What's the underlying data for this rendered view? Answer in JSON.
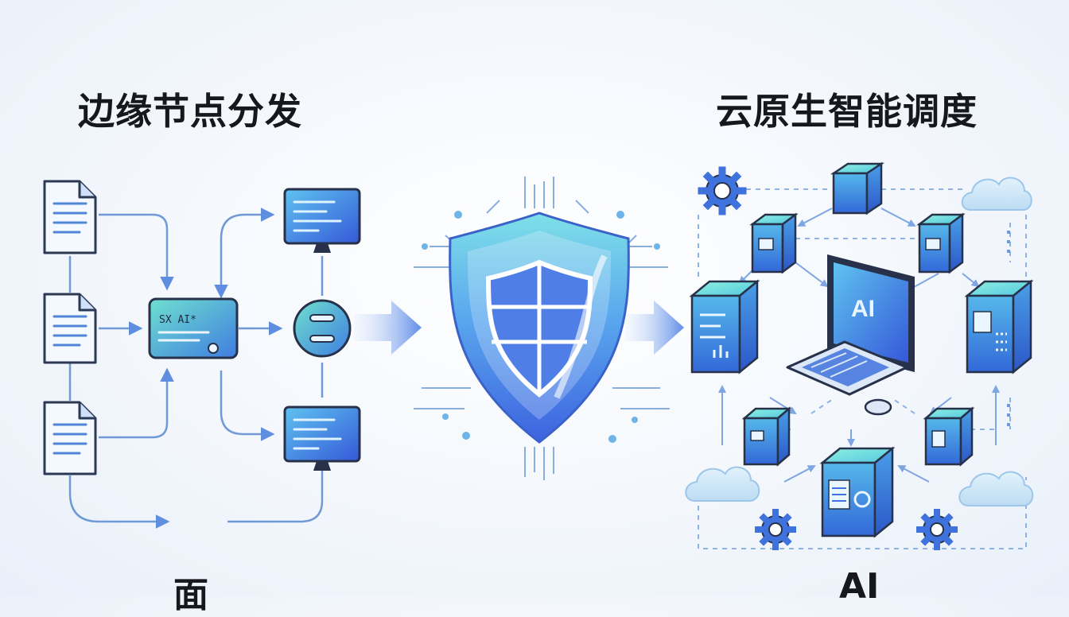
{
  "titles": {
    "left": "边缘节点分发",
    "right": "云原生智能调度"
  },
  "bottom_labels": {
    "left": "面",
    "right": "AI"
  },
  "labels": {
    "edge_card": "SX AI*",
    "monitor": "AI"
  },
  "colors": {
    "line": "#6f9ad6",
    "arrow": "#5f8de0",
    "teal": "#58d0c8",
    "blue": "#3f6fd8",
    "dark": "#27324a"
  }
}
